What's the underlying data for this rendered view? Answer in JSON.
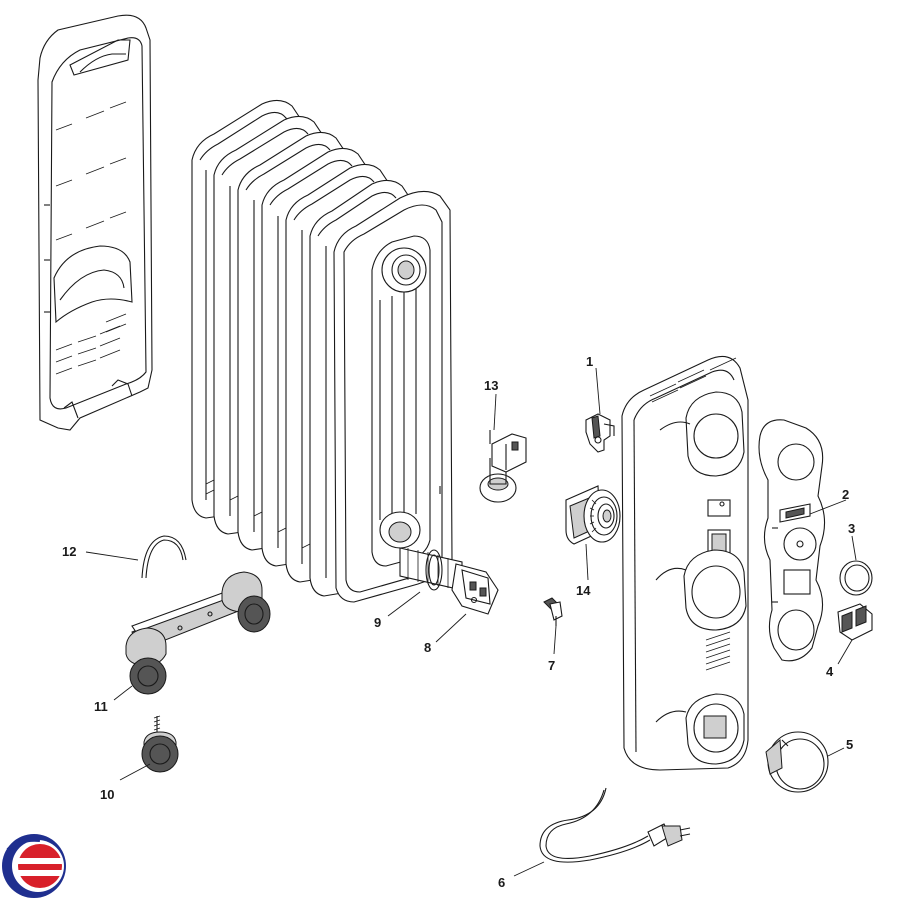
{
  "diagram": {
    "callouts": [
      {
        "id": "1",
        "text": "1"
      },
      {
        "id": "2",
        "text": "2"
      },
      {
        "id": "3",
        "text": "3"
      },
      {
        "id": "4",
        "text": "4"
      },
      {
        "id": "5",
        "text": "5"
      },
      {
        "id": "6",
        "text": "6"
      },
      {
        "id": "7",
        "text": "7"
      },
      {
        "id": "8",
        "text": "8"
      },
      {
        "id": "9",
        "text": "9"
      },
      {
        "id": "10",
        "text": "10"
      },
      {
        "id": "11",
        "text": "11"
      },
      {
        "id": "12",
        "text": "12"
      },
      {
        "id": "13",
        "text": "13"
      },
      {
        "id": "14",
        "text": "14"
      }
    ],
    "logo": {
      "name": "brand-logo",
      "colors": [
        "#1f2f8f",
        "#d8202a"
      ]
    }
  }
}
